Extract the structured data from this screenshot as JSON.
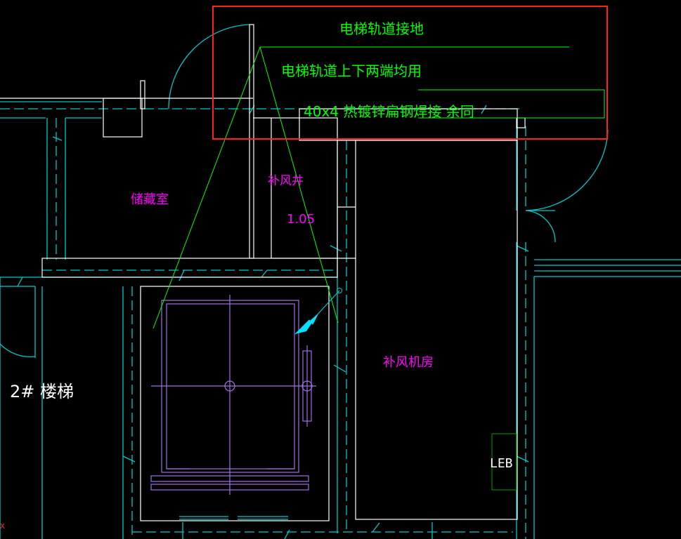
{
  "annotation": {
    "title": "电梯轨道接地",
    "line1": "电梯轨道上下两端均用",
    "line2": "40x4 热镀锌扁钢焊接   余同"
  },
  "rooms": {
    "storage": "储藏室",
    "air_shaft": "补风井",
    "air_shaft_level": "1.05",
    "air_room": "补风机房",
    "stair": "2# 楼梯",
    "leb": "LEB"
  },
  "marker": "x",
  "colors": {
    "background": "#000000",
    "wall": "#00c8c8",
    "wall_outline": "#ffffff",
    "annotation_green": "#00ff00",
    "room_label_magenta": "#ff00ff",
    "elevator_purple": "#a070e0",
    "highlight_box": "#ff2020",
    "leb_box": "#00a000"
  }
}
